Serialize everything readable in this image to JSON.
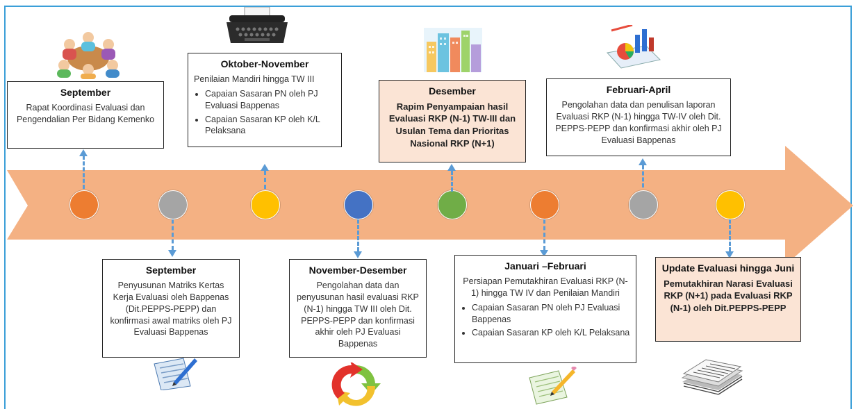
{
  "colors": {
    "arrow": "#f4b183",
    "connector": "#5b9bd5",
    "frame": "#3b9fd8",
    "box_highlight": "#fbe4d5",
    "nodes": [
      "#ed7d31",
      "#a5a5a5",
      "#ffc000",
      "#4472c4",
      "#70ad47",
      "#ed7d31",
      "#a5a5a5",
      "#ffc000"
    ]
  },
  "icons": {
    "meeting": "meeting-people-icon",
    "typewriter": "typewriter-icon",
    "buildings": "city-buildings-icon",
    "chart": "chart-report-icon",
    "document_pen": "document-pen-icon",
    "cycle": "refresh-cycle-icon",
    "notepad": "notepad-pencil-icon",
    "papers": "paper-stack-icon"
  },
  "stages": {
    "s1": {
      "title": "September",
      "desc": "Rapat Koordinasi  Evaluasi dan Pengendalian Per Bidang Kemenko"
    },
    "s2": {
      "title": "September",
      "desc": "Penyusunan Matriks Kertas Kerja Evaluasi oleh Bappenas (Dit.PEPPS-PEPP) dan konfirmasi awal matriks oleh PJ Evaluasi Bappenas"
    },
    "s3": {
      "title": "Oktober-November",
      "lead": "Penilaian Mandiri hingga TW III",
      "bullets": [
        "Capaian Sasaran PN oleh PJ Evaluasi Bappenas",
        "Capaian Sasaran KP oleh K/L Pelaksana"
      ]
    },
    "s4": {
      "title": "November-Desember",
      "desc": "Pengolahan data dan penyusunan hasil evaluasi RKP (N-1) hingga TW III oleh Dit. PEPPS-PEPP dan konfirmasi akhir oleh PJ Evaluasi Bappenas"
    },
    "s5": {
      "title": "Desember",
      "desc": "Rapim Penyampaian hasil Evaluasi  RKP (N-1) TW-III dan Usulan Tema dan Prioritas Nasional RKP (N+1)"
    },
    "s6": {
      "title": "Januari –Februari",
      "lead": "Persiapan Pemutakhiran Evaluasi RKP (N-1) hingga TW IV dan Penilaian Mandiri",
      "bullets": [
        "Capaian Sasaran PN oleh PJ Evaluasi Bappenas",
        "Capaian Sasaran KP oleh K/L Pelaksana"
      ]
    },
    "s7": {
      "title": "Februari-April",
      "desc": "Pengolahan data dan penulisan laporan Evaluasi RKP (N-1) hingga TW-IV oleh Dit. PEPPS-PEPP dan konfirmasi akhir oleh PJ Evaluasi Bappenas"
    },
    "s8": {
      "title": "Update Evaluasi hingga Juni",
      "desc": "Pemutakhiran Narasi Evaluasi RKP (N+1) pada Evaluasi RKP (N-1) oleh Dit.PEPPS-PEPP"
    }
  }
}
